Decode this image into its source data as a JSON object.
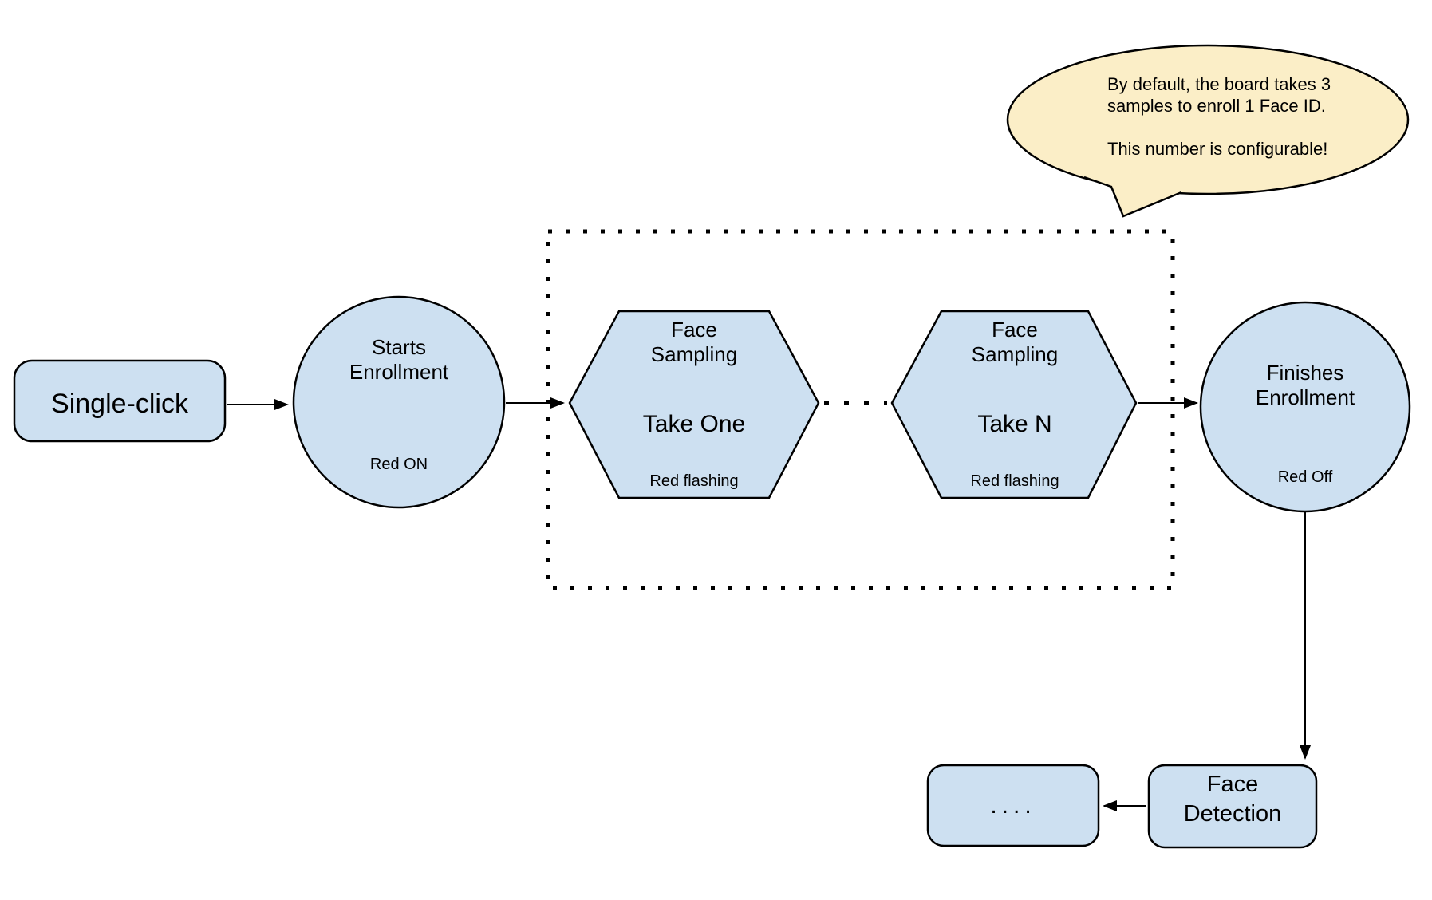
{
  "colors": {
    "node_fill": "#CDE0F1",
    "callout_fill": "#FBEEC7",
    "stroke": "#000000"
  },
  "callout": {
    "text": "By default, the board takes 3\nsamples to enroll 1 Face ID.\n\nThis number is configurable!"
  },
  "nodes": {
    "single_click": {
      "label": "Single-click"
    },
    "starts_enrollment": {
      "title": "Starts\nEnrollment",
      "status": "Red ON"
    },
    "face_sampling_one": {
      "title": "Face\nSampling",
      "step": "Take One",
      "status": "Red flashing"
    },
    "face_sampling_n": {
      "title": "Face\nSampling",
      "step": "Take N",
      "status": "Red flashing"
    },
    "finishes_enrollment": {
      "title": "Finishes\nEnrollment",
      "status": "Red Off"
    },
    "face_detection": {
      "label": "Face\nDetection"
    },
    "continuation": {
      "label": "...."
    }
  }
}
